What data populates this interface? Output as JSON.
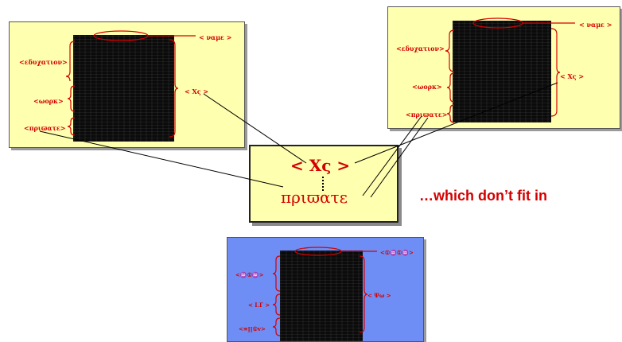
{
  "left_panel": {
    "name_label": "< ναμε >",
    "education_label": "<εδυχατιον>",
    "work_label": "<ωορκ>",
    "private_label": "<πριϖατε>",
    "xs_label": "< Xς >"
  },
  "right_panel": {
    "name_label": "< ναμε >",
    "education_label": "<εδυχατιον>",
    "work_label": "<ωορκ>",
    "private_label": "<πριϖατε>",
    "xs_label": "< Xς >"
  },
  "center_box": {
    "xs_label": "< Xς >",
    "private_label": "πριϖατε"
  },
  "caption": "…which don’t fit in",
  "bottom_panel": {
    "name_label": "<①♒①♒>",
    "education_label": "<♒①♒>",
    "work_label": "< Ι.Γ >",
    "private_label": "<≡∏①v>",
    "xs_label": "< Ψω >"
  },
  "colors": {
    "accent": "#d40000",
    "yellow_panel": "#ffffb0",
    "blue_panel": "#6f8ef5"
  }
}
